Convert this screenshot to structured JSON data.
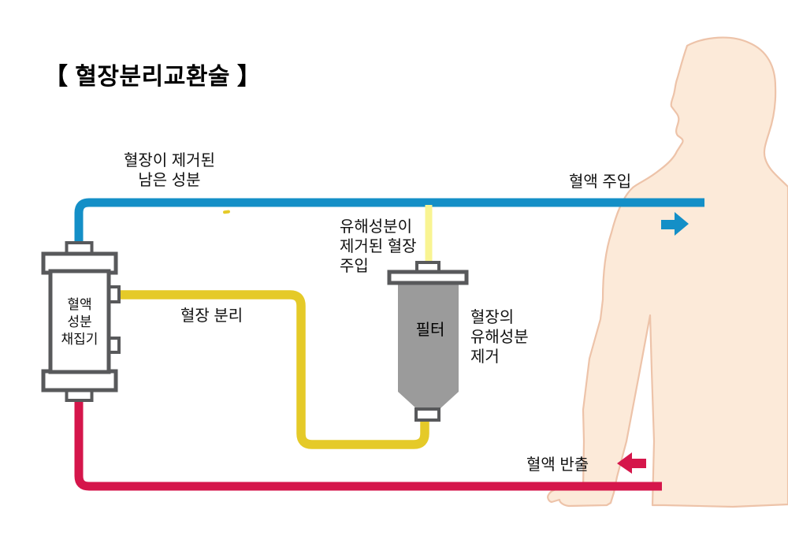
{
  "title": "【 혈장분리교환술 】",
  "labels": {
    "removed_components": "혈장이 제거된\n남은 성분",
    "blood_injection": "혈액 주입",
    "cleaned_plasma_injection": "유해성분이\n제거된 혈장\n주입",
    "collector": "혈액\n성분\n채집기",
    "plasma_separation": "혈장 분리",
    "filter": "필터",
    "filter_function": "혈장의\n유해성분\n제거",
    "blood_withdrawal": "혈액 반출"
  },
  "icons": {
    "injection_arrow": "arrow-right",
    "withdrawal_arrow": "arrow-left"
  },
  "colors": {
    "blue": "#148fc7",
    "yellow": "#e5ca28",
    "pale_yellow": "#f9f492",
    "red": "#d5164b",
    "gray": "#9b9b9b",
    "device_border": "#58595b",
    "skin": "#fcead9",
    "skin_outline": "#edc3a9",
    "text": "#111111",
    "background": "#ffffff"
  }
}
